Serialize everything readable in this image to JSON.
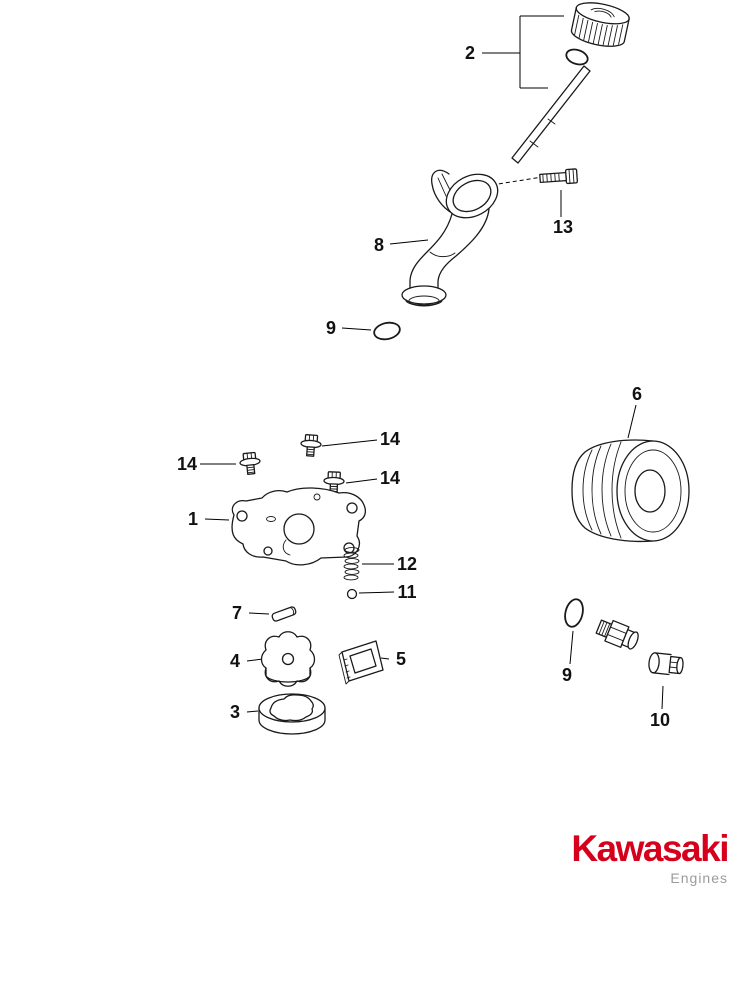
{
  "page": {
    "background": "#ffffff"
  },
  "diagram": {
    "line_color": "#1a1a1a",
    "labels": {
      "l2": "2",
      "l13": "13",
      "l8": "8",
      "l9_top": "9",
      "l6": "6",
      "l14_left": "14",
      "l14_mid": "14",
      "l14_right": "14",
      "l1": "1",
      "l12": "12",
      "l11": "11",
      "l7": "7",
      "l4": "4",
      "l5": "5",
      "l3": "3",
      "l9_bottom": "9",
      "l10": "10"
    }
  },
  "logo": {
    "brand": "Kawasaki",
    "tagline": "Engines",
    "brand_color": "#d6001c",
    "tagline_color": "#9b9b9b"
  }
}
